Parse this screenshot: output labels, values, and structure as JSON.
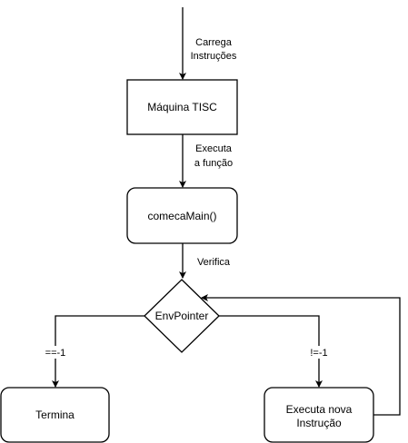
{
  "diagram": {
    "nodes": {
      "maquina": "Máquina TISC",
      "comeca": "comecaMain()",
      "env": "EnvPointer",
      "termina": "Termina",
      "executa_line1": "Executa nova",
      "executa_line2": "Instrução"
    },
    "edges": {
      "carrega_line1": "Carrega",
      "carrega_line2": "Instruções",
      "executa_func_line1": "Executa",
      "executa_func_line2": "a função",
      "verifica": "Verifica",
      "eq_minus_one": "==-1",
      "neq_minus_one": "!=-1"
    },
    "colors": {
      "stroke": "#000000",
      "fill": "#ffffff"
    }
  }
}
